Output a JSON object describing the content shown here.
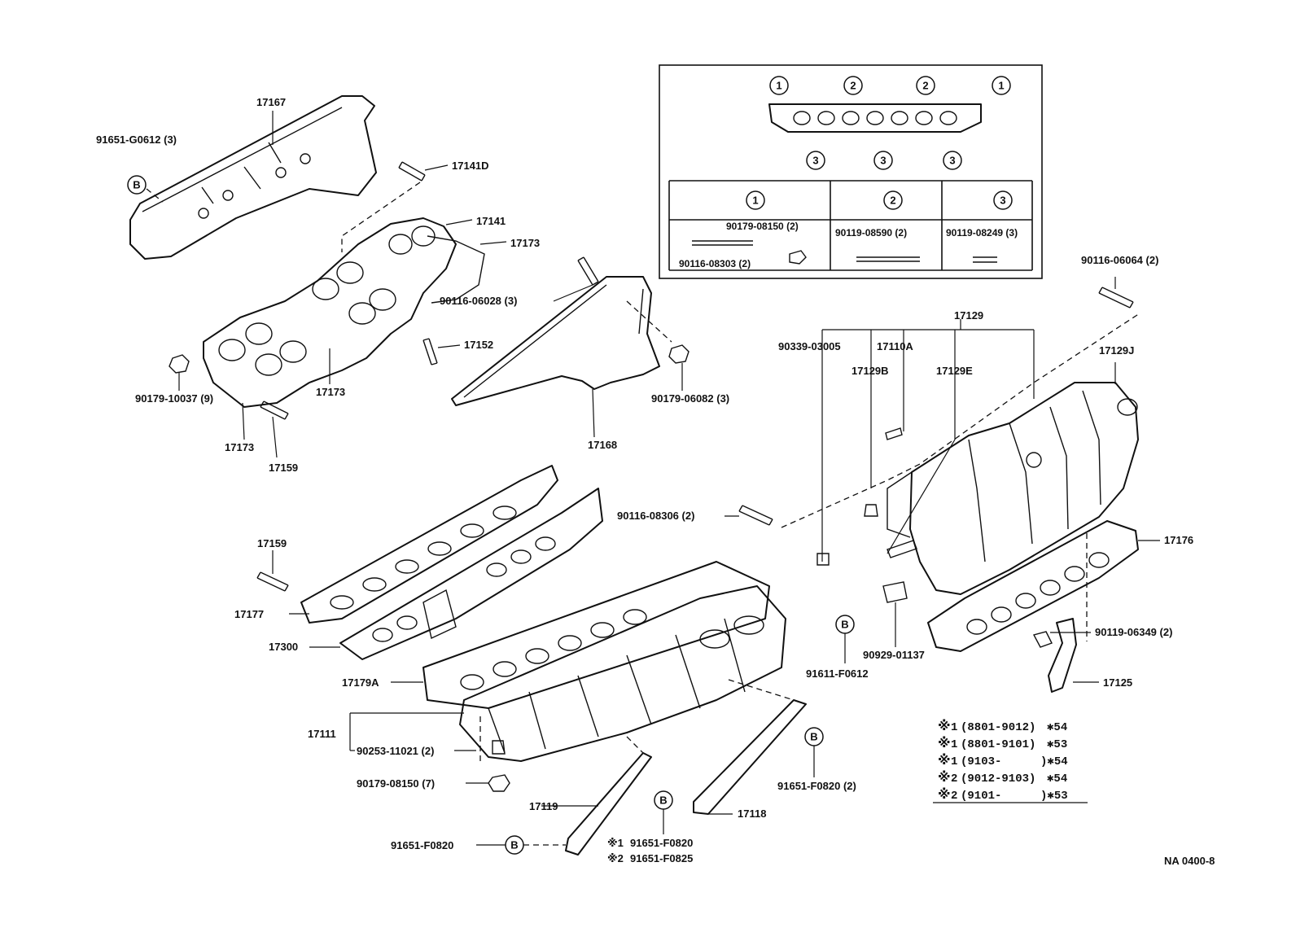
{
  "labels": {
    "l17167": "17167",
    "l91651G0612": "91651-G0612 (3)",
    "l17141D": "17141D",
    "l17141": "17141",
    "l17173a": "17173",
    "l90116_06028": "90116-06028 (3)",
    "l17152": "17152",
    "l90179_10037": "90179-10037 (9)",
    "l17173b": "17173",
    "l17173c": "17173",
    "l17159a": "17159",
    "l90179_06082": "90179-06082 (3)",
    "l17168": "17168",
    "l90116_06064": "90116-06064 (2)",
    "l17129": "17129",
    "l90339_03005": "90339-03005",
    "l17110A": "17110A",
    "l17129B": "17129B",
    "l17129E": "17129E",
    "l17129J": "17129J",
    "l90116_08306": "90116-08306 (2)",
    "l17176": "17176",
    "l17159b": "17159",
    "l17177": "17177",
    "l17300": "17300",
    "l17179A": "17179A",
    "l17111": "17111",
    "l90253_11021": "90253-11021 (2)",
    "l90179_08150_7": "90179-08150 (7)",
    "l17119": "17119",
    "l91651F0820": "91651-F0820",
    "l91651F0820_x1": "91651-F0820",
    "l91651F0825_x2": "91651-F0825",
    "l17118": "17118",
    "l91651F0820_2": "91651-F0820 (2)",
    "l91611F0612": "91611-F0612",
    "l90929_01137": "90929-01137",
    "l90119_06349": "90119-06349 (2)",
    "l17125": "17125",
    "footer_code": "NA 0400-8"
  },
  "circle_refs": {
    "one": "1",
    "two": "2",
    "three": "3",
    "bolt_marker": "B"
  },
  "inset_table": {
    "headers": [
      "1",
      "2",
      "3"
    ],
    "col1_top": "90179-08150 (2)",
    "col1_bottom": "90116-08303 (2)",
    "col2": "90119-08590 (2)",
    "col3": "90119-08249 (3)"
  },
  "legend": {
    "mark": "※",
    "rows": [
      {
        "num": "1",
        "range": "(8801-9012)",
        "code": "✱54"
      },
      {
        "num": "1",
        "range": "(8801-9101)",
        "code": "✱53"
      },
      {
        "num": "1",
        "range": "(9103-",
        "code": ")✱54"
      },
      {
        "num": "2",
        "range": "(9012-9103)",
        "code": "✱54"
      },
      {
        "num": "2",
        "range": "(9101-",
        "code": ")✱53"
      }
    ]
  },
  "note_marks": {
    "x1": "※1",
    "x2": "※2"
  }
}
